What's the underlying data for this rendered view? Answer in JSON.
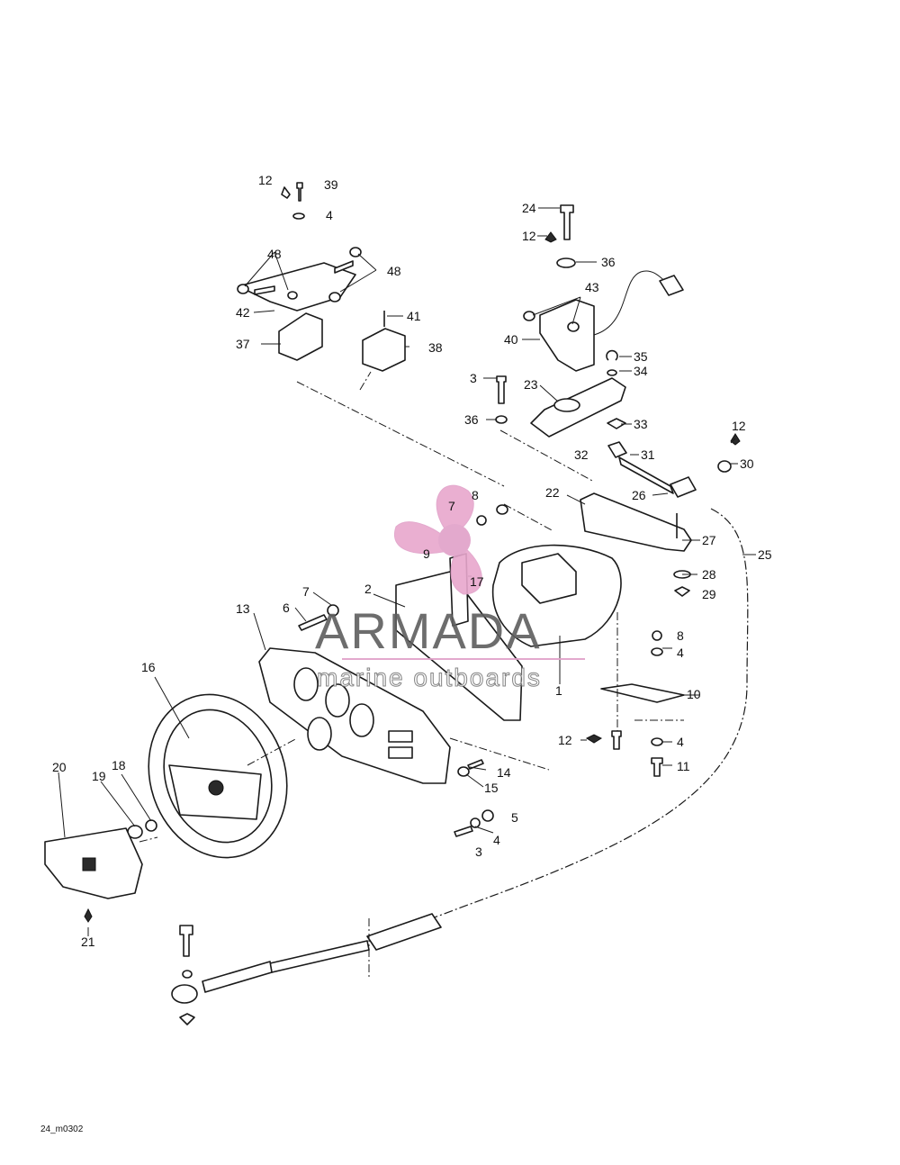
{
  "diagram_code": "24_m0302",
  "watermark": {
    "brand": "ARMADA",
    "tagline": "marine outboards",
    "logo_color": "#e8a7cd",
    "accent_color": "#e0a0c8"
  },
  "callouts": {
    "c1": "1",
    "c2": "2",
    "c3a": "3",
    "c3b": "3",
    "c4a": "4",
    "c4b": "4",
    "c4c": "4",
    "c4d": "4",
    "c5": "5",
    "c6": "6",
    "c7a": "7",
    "c7b": "7",
    "c8a": "8",
    "c8b": "8",
    "c9": "9",
    "c10": "10",
    "c11": "11",
    "c12a": "12",
    "c12b": "12",
    "c12c": "12",
    "c12d": "12",
    "c13": "13",
    "c14": "14",
    "c15": "15",
    "c16": "16",
    "c17": "17",
    "c18": "18",
    "c19": "19",
    "c20": "20",
    "c21": "21",
    "c22": "22",
    "c23": "23",
    "c24": "24",
    "c25": "25",
    "c26": "26",
    "c27": "27",
    "c28": "28",
    "c29": "29",
    "c30": "30",
    "c31": "31",
    "c32": "32",
    "c33": "33",
    "c34": "34",
    "c35": "35",
    "c36a": "36",
    "c36b": "36",
    "c37": "37",
    "c38": "38",
    "c39": "39",
    "c40": "40",
    "c41": "41",
    "c42": "42",
    "c43": "43",
    "c48a": "48",
    "c48b": "48"
  }
}
